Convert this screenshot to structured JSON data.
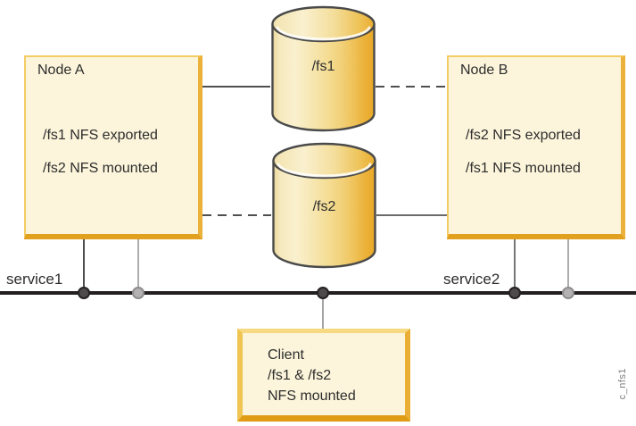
{
  "nodes": {
    "a": {
      "title": "Node A",
      "line1": "/fs1 NFS exported",
      "line2": "/fs2 NFS mounted"
    },
    "b": {
      "title": "Node B",
      "line1": "/fs2 NFS exported",
      "line2": "/fs1 NFS mounted"
    }
  },
  "disks": {
    "fs1": {
      "label": "/fs1"
    },
    "fs2": {
      "label": "/fs2"
    }
  },
  "client": {
    "line1": "Client",
    "line2": "/fs1 & /fs2",
    "line3": "NFS mounted"
  },
  "services": {
    "service1": "service1",
    "service2": "service2"
  },
  "caption": "c_nfs1",
  "colors": {
    "box_fill": "#FCF5DB",
    "box_border_light": "#F4CC66",
    "box_border_dark": "#E2A01F",
    "cylinder_light": "#FAF0CE",
    "cylinder_dark": "#E9A826",
    "cylinder_outline": "#4A4A4A",
    "bus_line": "#231F20",
    "connector_dark": "#4F4F4F",
    "connector_light": "#ADADAD"
  }
}
